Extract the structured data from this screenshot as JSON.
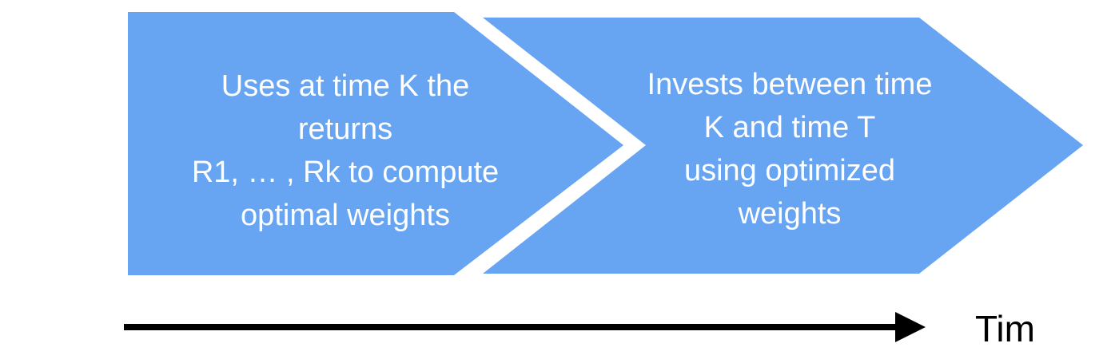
{
  "colors": {
    "chevron_fill": "#67A5F2",
    "arrow": "#000000"
  },
  "steps": [
    {
      "lines": [
        "Uses at time K the",
        "returns",
        "R1, … , Rk to compute",
        "optimal weights"
      ]
    },
    {
      "lines": [
        "Invests between time",
        "K and time T",
        "using optimized",
        "weights"
      ]
    }
  ],
  "axis": {
    "label": "Tim"
  }
}
